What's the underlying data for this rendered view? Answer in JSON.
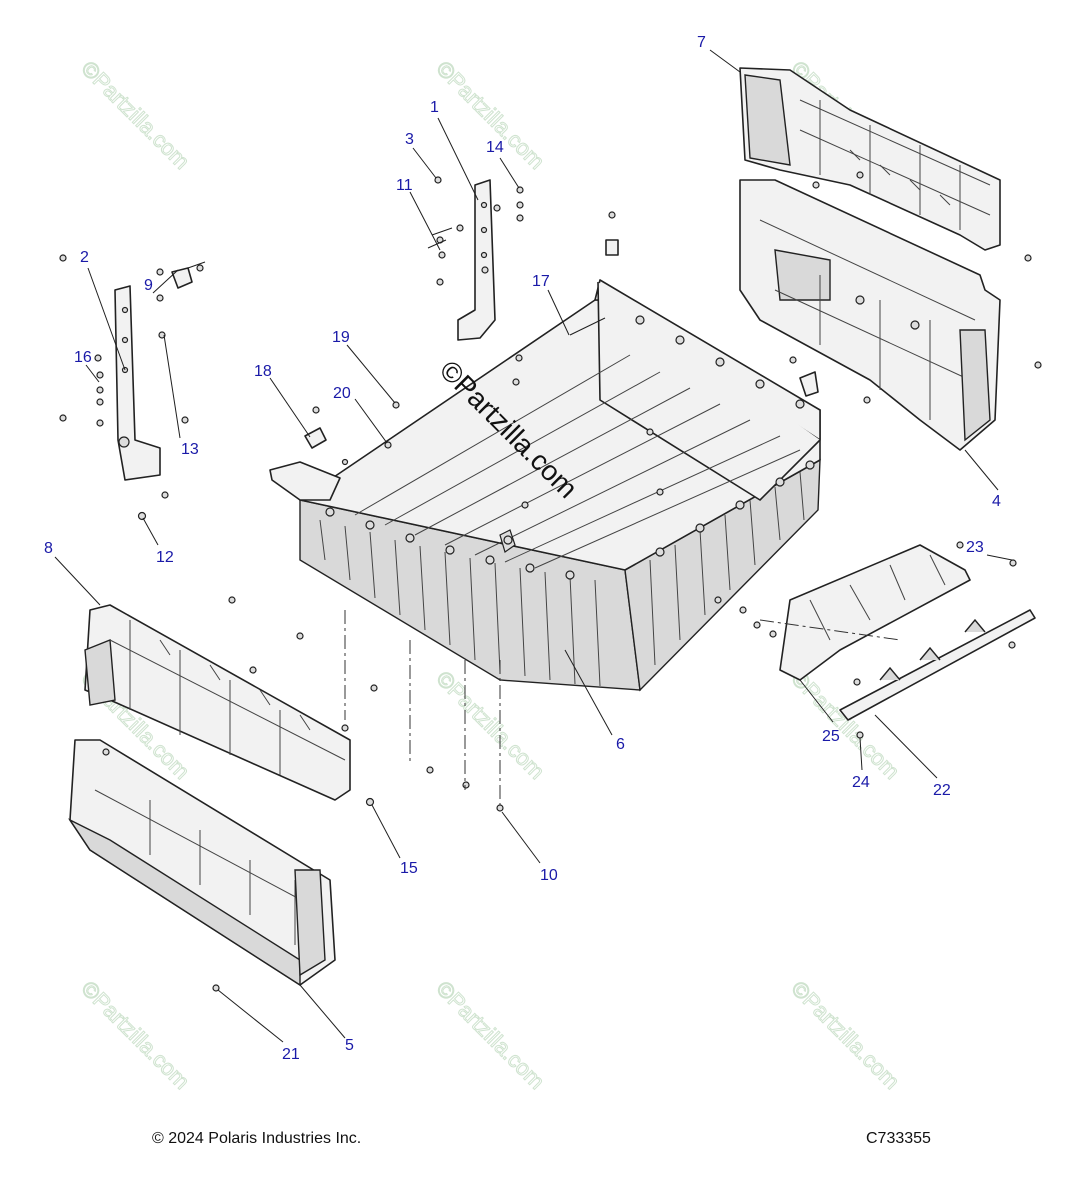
{
  "callout_color": "#1a1aa8",
  "watermark_text": "©Partzilla.com",
  "footer": {
    "copyright": "© 2024 Polaris Industries Inc.",
    "diagram_code": "C733355"
  },
  "callouts": [
    {
      "id": "1",
      "label": "1"
    },
    {
      "id": "2",
      "label": "2"
    },
    {
      "id": "3",
      "label": "3"
    },
    {
      "id": "4",
      "label": "4"
    },
    {
      "id": "5",
      "label": "5"
    },
    {
      "id": "6",
      "label": "6"
    },
    {
      "id": "7",
      "label": "7"
    },
    {
      "id": "8",
      "label": "8"
    },
    {
      "id": "9",
      "label": "9"
    },
    {
      "id": "10",
      "label": "10"
    },
    {
      "id": "11",
      "label": "11"
    },
    {
      "id": "12",
      "label": "12"
    },
    {
      "id": "13",
      "label": "13"
    },
    {
      "id": "14",
      "label": "14"
    },
    {
      "id": "15",
      "label": "15"
    },
    {
      "id": "16",
      "label": "16"
    },
    {
      "id": "17",
      "label": "17"
    },
    {
      "id": "18",
      "label": "18"
    },
    {
      "id": "19",
      "label": "19"
    },
    {
      "id": "20",
      "label": "20"
    },
    {
      "id": "21",
      "label": "21"
    },
    {
      "id": "22",
      "label": "22"
    },
    {
      "id": "23",
      "label": "23"
    },
    {
      "id": "24",
      "label": "24"
    },
    {
      "id": "25",
      "label": "25"
    }
  ]
}
